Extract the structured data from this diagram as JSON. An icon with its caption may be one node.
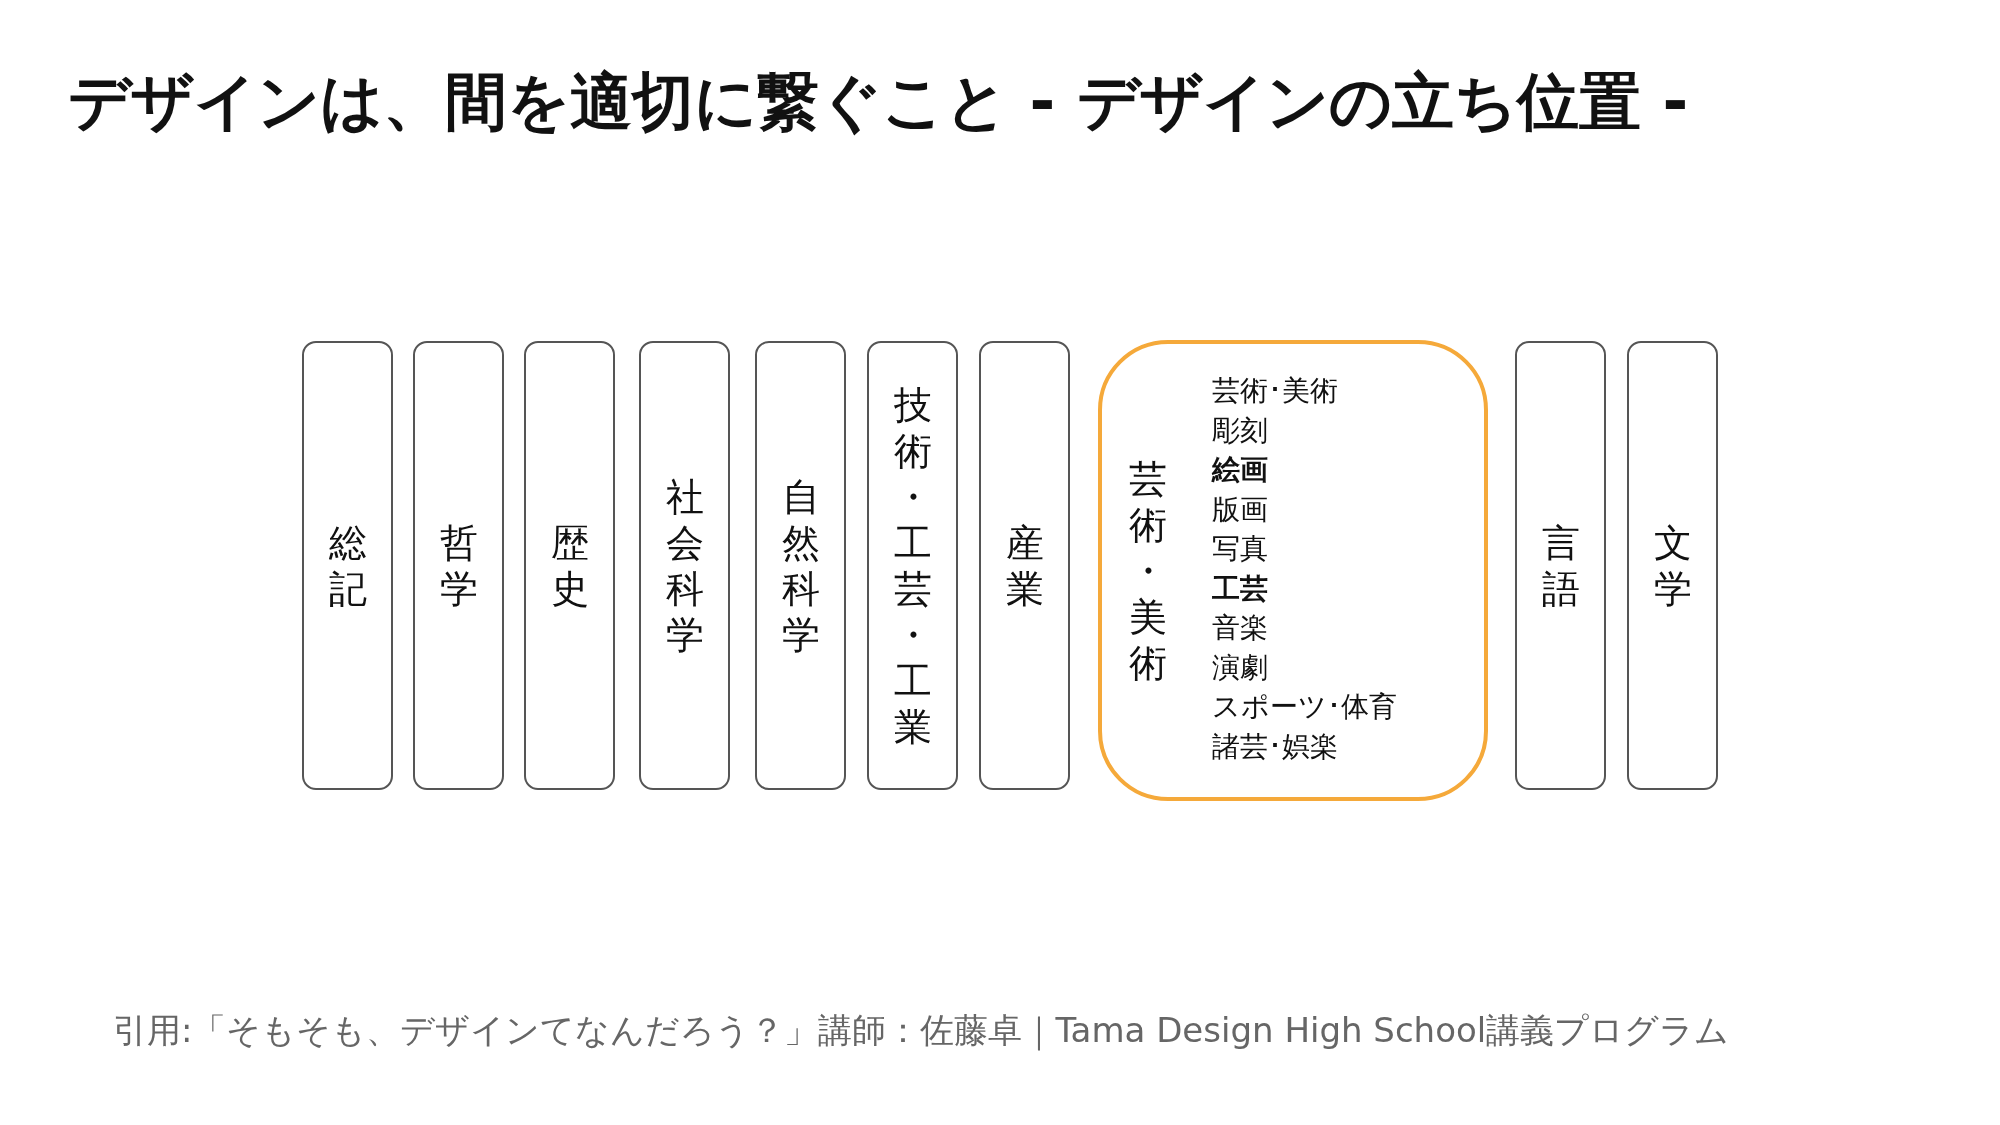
{
  "diagram": {
    "title": "デザインは、間を適切に繋ぐこと - デザインの立ち位置 -",
    "caption": "引用:「そもそも、デザインてなんだろう？」講師：佐藤卓｜Tama Design High School講義プログラム",
    "nodes": [
      {
        "text": [
          "総記"
        ]
      },
      {
        "text": [
          "哲学"
        ]
      },
      {
        "text": [
          "歴史"
        ]
      },
      {
        "text": [
          "社会科学"
        ]
      },
      {
        "text": [
          "自然科学"
        ]
      },
      {
        "text": [
          "技術・工芸・工業"
        ]
      },
      {
        "text": [
          "産業"
        ]
      },
      {
        "text": [
          "芸術・美術",
          "芸術･美術",
          "彫刻",
          "**絵画**",
          "版画",
          "写真",
          "**工芸**",
          "音楽",
          "演劇",
          "スポーツ･体育",
          "諸芸･娯楽"
        ]
      },
      {
        "text": [
          "言語"
        ]
      },
      {
        "text": [
          "文学"
        ]
      }
    ]
  }
}
